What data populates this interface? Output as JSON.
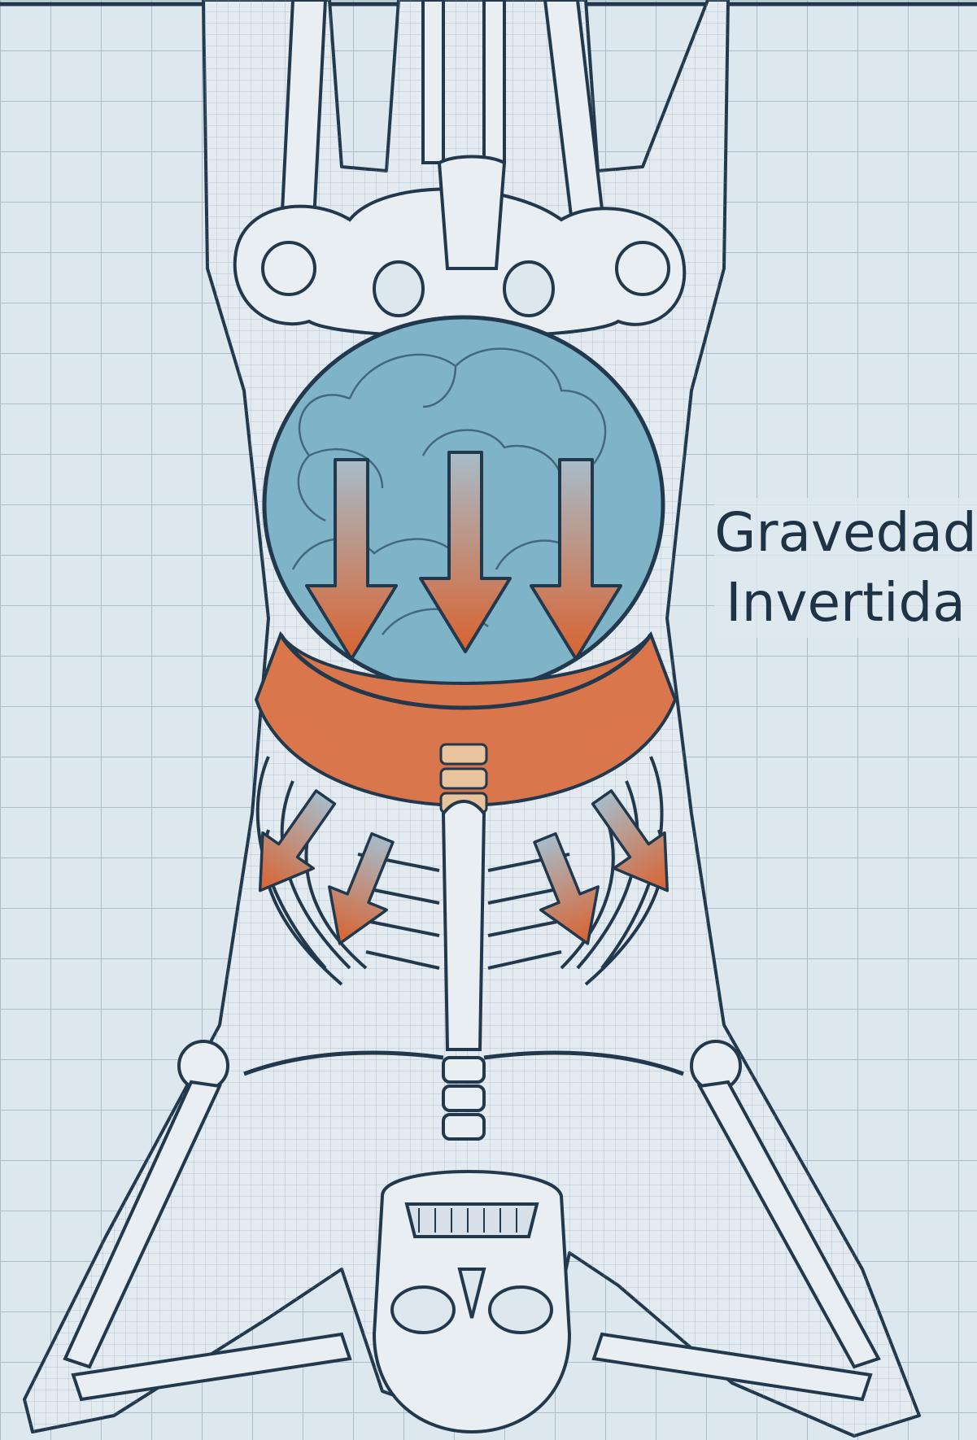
{
  "label": {
    "line1": "Gravedad",
    "line2": "Invertida"
  },
  "colors": {
    "background": "#dde7ee",
    "grid": "#aabdcc",
    "outline": "#22384d",
    "wire": "#8ea4b6",
    "bone_fill": "#e9eef3",
    "organ_blue": "#7fb3c7",
    "diaphragm_orange": "#d9764c",
    "arrow_top": "#9eb3c0",
    "arrow_bottom": "#d9622f",
    "text": "#1f3346"
  },
  "icons": [
    "gravity-arrow-icon",
    "skeleton-illustration"
  ]
}
